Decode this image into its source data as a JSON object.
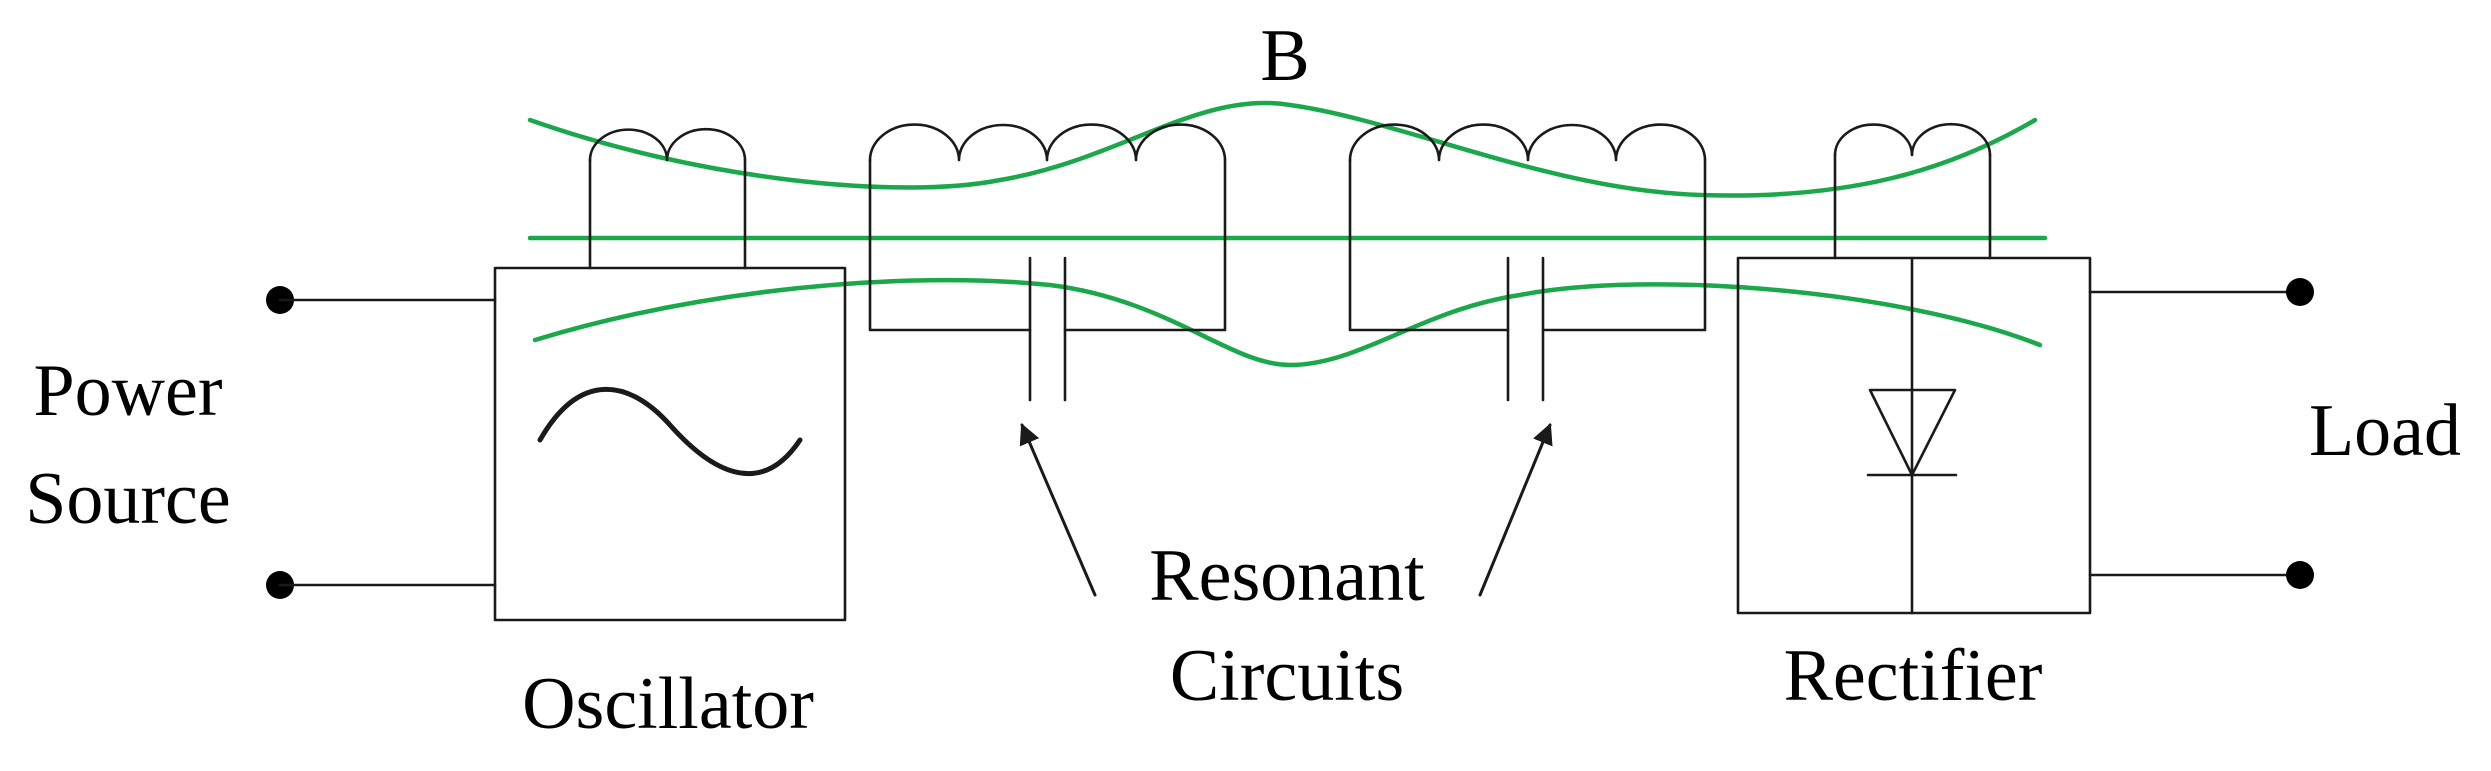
{
  "labels": {
    "field": "B",
    "power_source_line1": "Power",
    "power_source_line2": "Source",
    "oscillator": "Oscillator",
    "resonant_line1": "Resonant",
    "resonant_line2": "Circuits",
    "rectifier": "Rectifier",
    "load": "Load"
  },
  "colors": {
    "field_lines": "#1aa84a",
    "wires": "#1a1a1a",
    "text": "#000000"
  },
  "icons": [
    "ac-source-icon",
    "diode-icon",
    "capacitor-icon",
    "coil-icon",
    "terminal-dot-icon",
    "arrow-icon"
  ]
}
